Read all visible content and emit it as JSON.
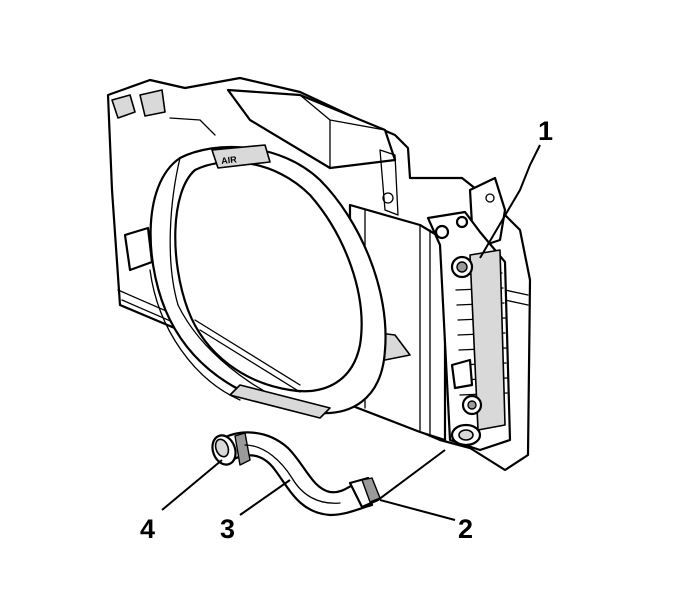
{
  "callouts": [
    {
      "id": "1",
      "label": "1"
    },
    {
      "id": "2",
      "label": "2"
    },
    {
      "id": "3",
      "label": "3"
    },
    {
      "id": "4",
      "label": "4"
    }
  ],
  "shroud_marking": "AIR"
}
